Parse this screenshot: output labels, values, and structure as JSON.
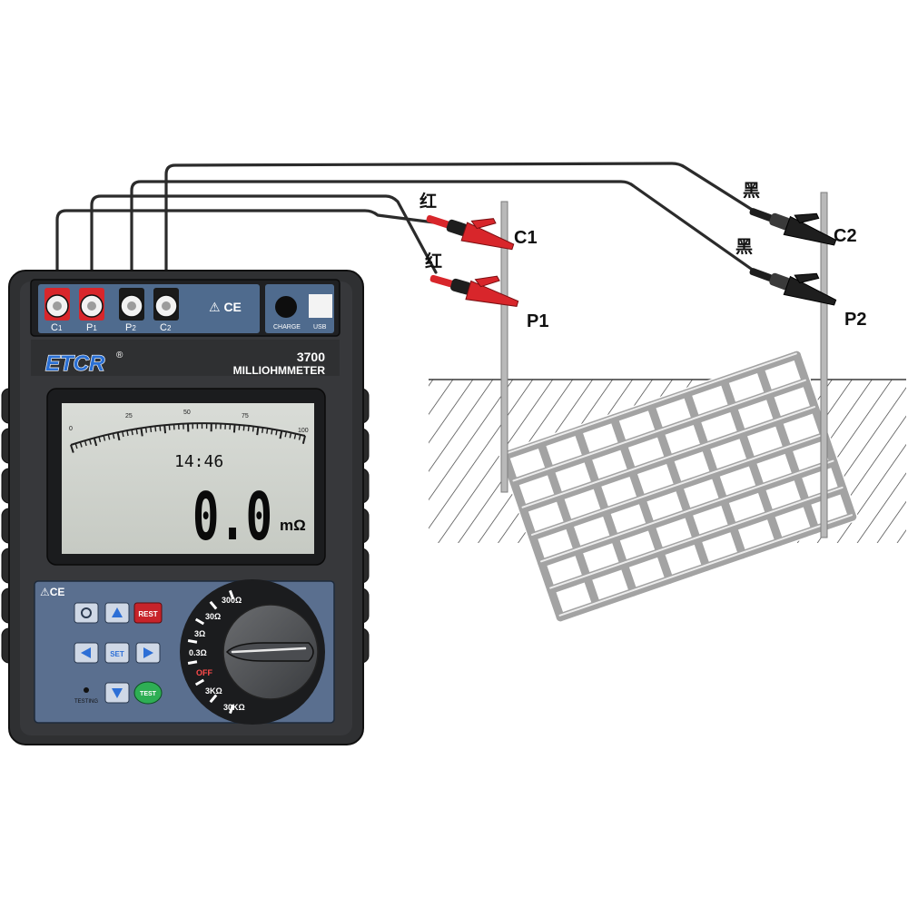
{
  "meter": {
    "brand": "ETCR",
    "registered_mark": "®",
    "model": "3700",
    "type_label": "MILLIOHMMETER",
    "terminals": [
      {
        "main": "C",
        "sub": "1",
        "color": "#d8262b"
      },
      {
        "main": "P",
        "sub": "1",
        "color": "#d8262b"
      },
      {
        "main": "P",
        "sub": "2",
        "color": "#1a1a1a"
      },
      {
        "main": "C",
        "sub": "2",
        "color": "#1a1a1a"
      }
    ],
    "cert_marks": "⚠ CE",
    "charge_label": "CHARGE",
    "usb_label": "USB",
    "panel_marks": "⚠CE",
    "lcd": {
      "scale_ticks": [
        "0",
        "25",
        "50",
        "75",
        "100"
      ],
      "time": "14:46",
      "reading": "0.0",
      "unit": "mΩ"
    },
    "buttons": {
      "light_icon": "sun-icon",
      "up_icon": "arrow-up-icon",
      "rest": "REST",
      "left_icon": "arrow-left-icon",
      "set": "SET",
      "right_icon": "arrow-right-icon",
      "down_icon": "arrow-down-icon",
      "test": "TEST",
      "testing": "TESTING"
    },
    "ranges": [
      "300Ω",
      "30Ω",
      "3Ω",
      "0.3Ω",
      "OFF",
      "3KΩ",
      "30KΩ"
    ]
  },
  "diagram": {
    "labels": {
      "red_1": "红",
      "red_2": "红",
      "black_1": "黑",
      "black_2": "黑",
      "c1": "C1",
      "p1": "P1",
      "c2": "C2",
      "p2": "P2"
    },
    "colors": {
      "red_clip": "#d8262b",
      "black_clip": "#1e1e1e",
      "cable": "#2b2b2b",
      "rod": "#b9b9b9",
      "grid": "#9f9f9f"
    }
  }
}
